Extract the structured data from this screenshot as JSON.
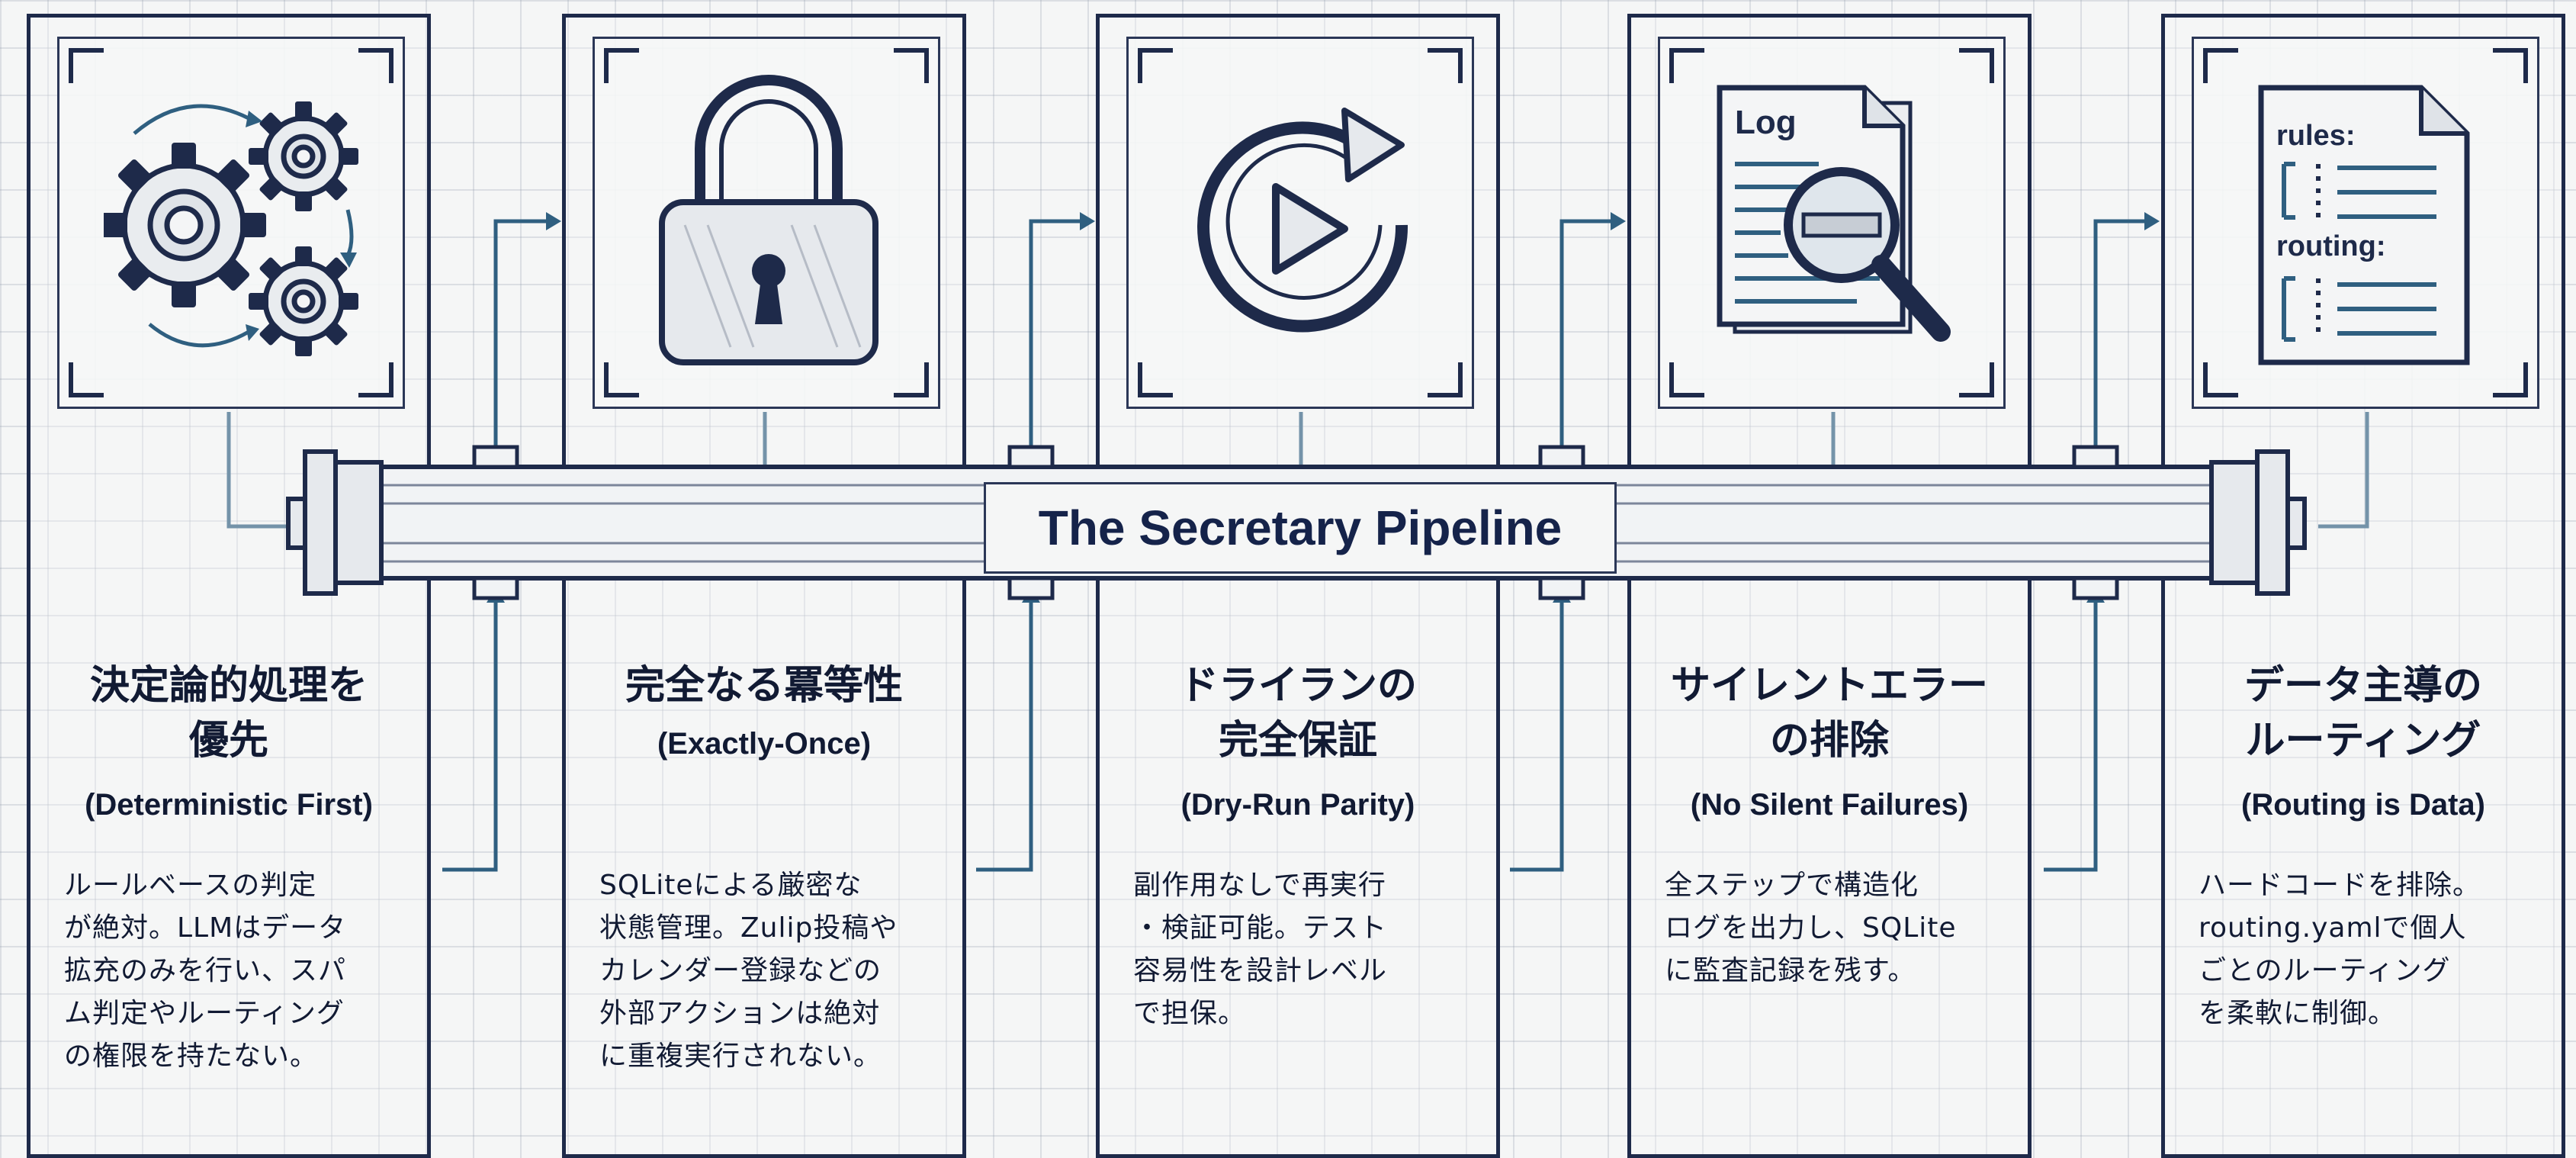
{
  "pipeline_title": "The Secretary Pipeline",
  "colors": {
    "ink": "#1e2a4a",
    "accent": "#2f5f80",
    "paper": "#f5f6f6"
  },
  "stages": [
    {
      "icon": "gears-icon",
      "title_lines": [
        "決定論的処理を",
        "優先"
      ],
      "subtitle": "(Deterministic First)",
      "description": [
        "ルールベースの判定",
        "が絶対。LLMはデータ",
        "拡充のみを行い、スパ",
        "ム判定やルーティング",
        "の権限を持たない。"
      ]
    },
    {
      "icon": "padlock-icon",
      "title_lines": [
        "完全なる冪等性"
      ],
      "subtitle": "(Exactly-Once)",
      "description": [
        "SQLiteによる厳密な",
        "状態管理。Zulip投稿や",
        "カレンダー登録などの",
        "外部アクションは絶対",
        "に重複実行されない。"
      ]
    },
    {
      "icon": "replay-icon",
      "title_lines": [
        "ドライランの",
        "完全保証"
      ],
      "subtitle": "(Dry-Run Parity)",
      "description": [
        "副作用なしで再実行",
        "・検証可能。テスト",
        "容易性を設計レベル",
        "で担保。"
      ]
    },
    {
      "icon": "log-magnifier-icon",
      "icon_text": "Log",
      "title_lines": [
        "サイレントエラー",
        "の排除"
      ],
      "subtitle": "(No Silent Failures)",
      "description": [
        "全ステップで構造化",
        "ログを出力し、SQLite",
        "に監査記録を残す。"
      ]
    },
    {
      "icon": "config-document-icon",
      "icon_text": [
        "rules:",
        "routing:"
      ],
      "title_lines": [
        "データ主導の",
        "ルーティング"
      ],
      "subtitle": "(Routing is Data)",
      "description": [
        "ハードコードを排除。",
        "routing.yamlで個人",
        "ごとのルーティング",
        "を柔軟に制御。"
      ]
    }
  ]
}
